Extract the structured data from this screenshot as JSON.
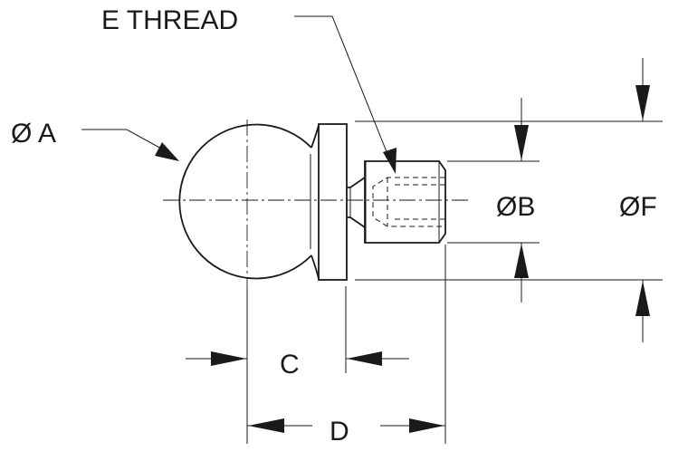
{
  "labels": {
    "thread": "E THREAD",
    "dia_a": "Ø A",
    "dim_c": "C",
    "dim_d": "D",
    "dia_b": "ØB",
    "dia_f": "ØF"
  },
  "colors": {
    "line": "#1a1a1a",
    "background": "#ffffff"
  }
}
